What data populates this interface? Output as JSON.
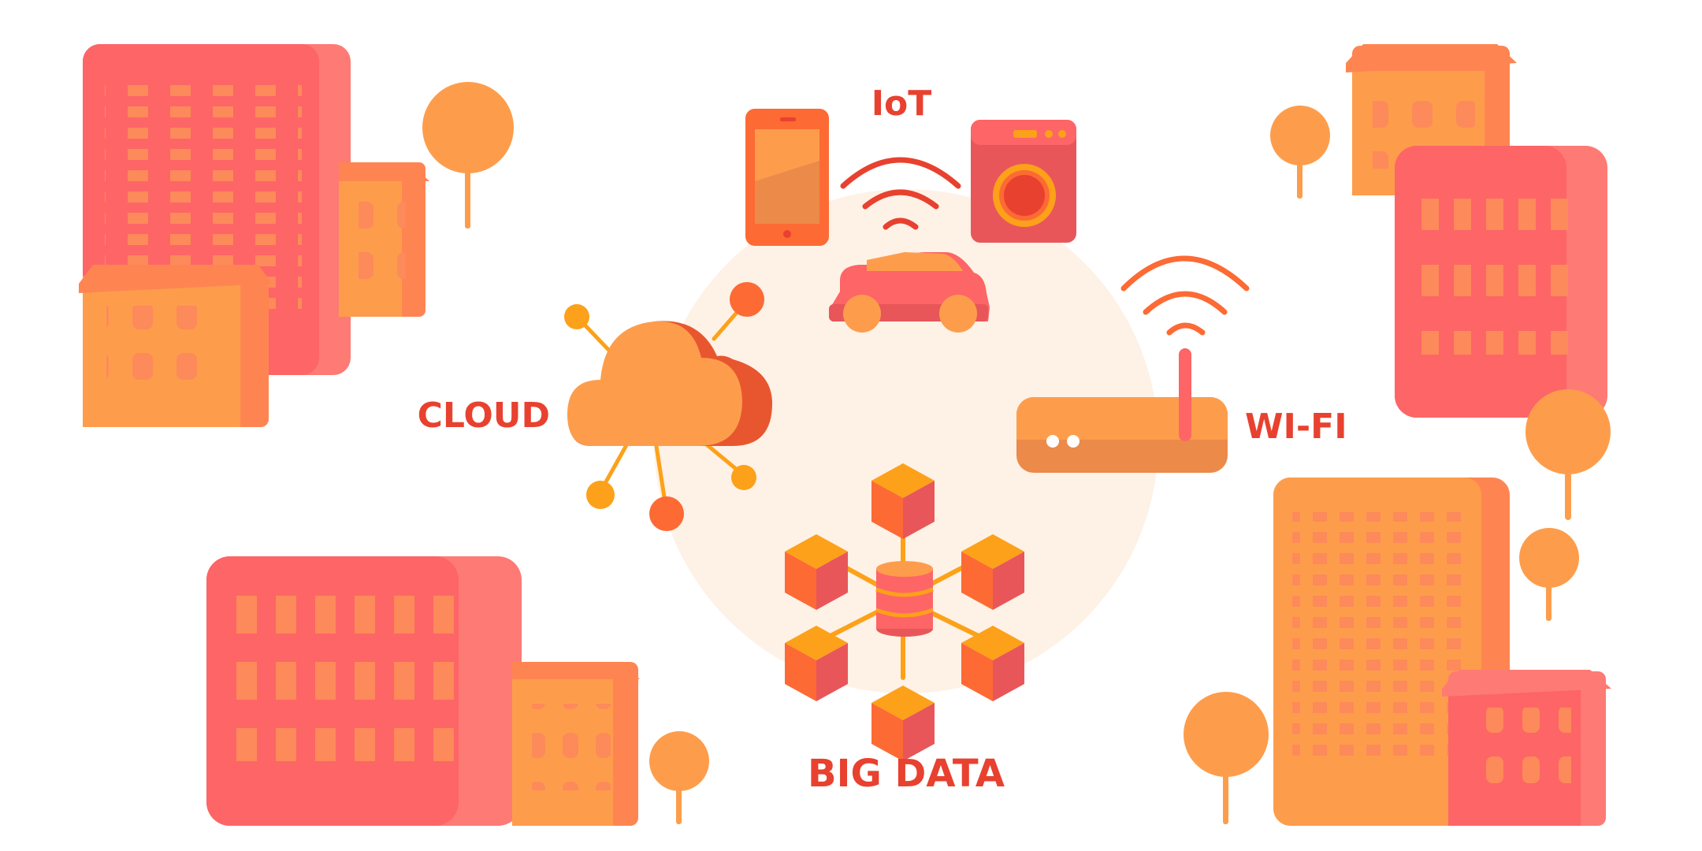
{
  "labels": {
    "iot": "IoT",
    "cloud": "CLOUD",
    "wifi": "WI-FI",
    "big_data": "BIG DATA"
  },
  "colors": {
    "accent_text": "#e8412f",
    "building_red": "#fd6566",
    "building_red_dark": "#fe7a74",
    "building_orange": "#fd9d4c",
    "building_orange_dark": "#fe8552",
    "tree": "#fd9d4c",
    "hub_circle": "#fef1e6",
    "cube_top": "#fca119",
    "cube_left": "#fd6a34",
    "cube_right": "#e8565a"
  },
  "icons": [
    "tablet-icon",
    "washing-machine-icon",
    "car-icon",
    "cloud-icon",
    "router-icon",
    "wifi-icon",
    "database-icon",
    "cube-icon",
    "tree-icon",
    "building-icon"
  ]
}
